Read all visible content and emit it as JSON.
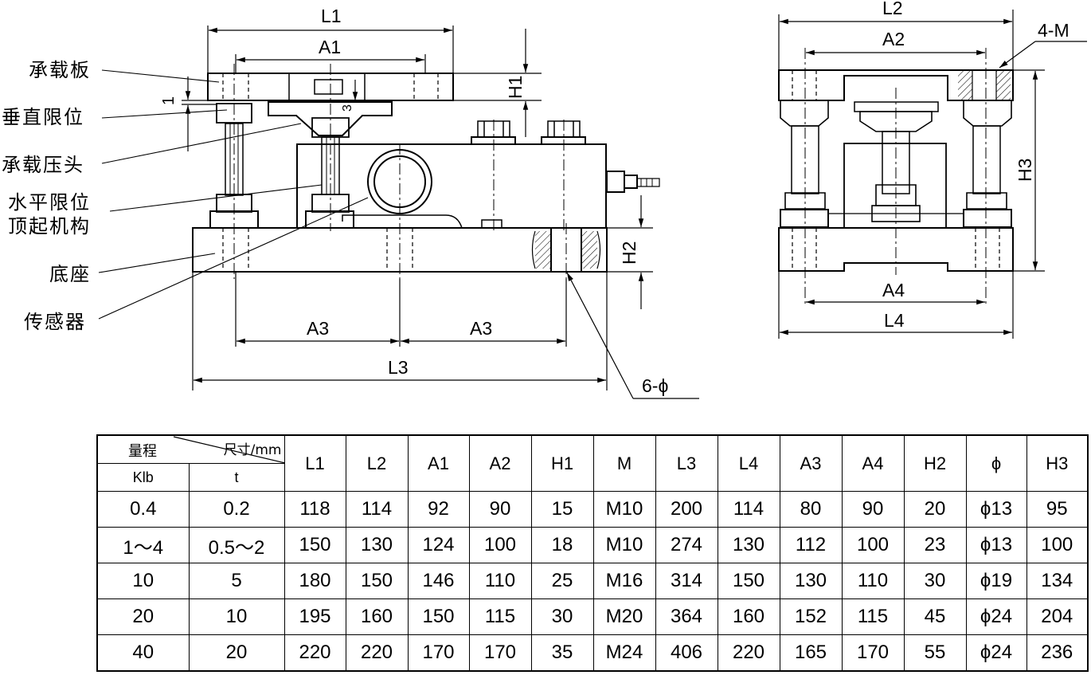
{
  "labels": {
    "bearing_plate": "承载板",
    "vertical_limit": "垂直限位",
    "pressure_head": "承载压头",
    "horizontal_limit": "水平限位",
    "lifting_mechanism": "顶起机构",
    "base": "底座",
    "sensor": "传感器"
  },
  "dimensions": {
    "L1": "L1",
    "A1": "A1",
    "H1": "H1",
    "gap_1": "1",
    "gap_3": "3",
    "L2": "L2",
    "A2": "A2",
    "M_holes": "4-M",
    "H3": "H3",
    "A4": "A4",
    "L4": "L4",
    "A3_left": "A3",
    "A3_right": "A3",
    "L3": "L3",
    "H2": "H2",
    "phi_holes": "6-ϕ"
  },
  "table": {
    "header_range": "量程",
    "header_size": "尺寸/mm",
    "header_klb": "Klb",
    "header_t": "t",
    "columns": [
      "L1",
      "L2",
      "A1",
      "A2",
      "H1",
      "M",
      "L3",
      "L4",
      "A3",
      "A4",
      "H2",
      "ϕ",
      "H3"
    ],
    "rows": [
      {
        "klb": "0.4",
        "t": "0.2",
        "values": [
          "118",
          "114",
          "92",
          "90",
          "15",
          "M10",
          "200",
          "114",
          "80",
          "90",
          "20",
          "ϕ13",
          "95"
        ]
      },
      {
        "klb": "1～4",
        "t": "0.5～2",
        "values": [
          "150",
          "130",
          "124",
          "100",
          "18",
          "M10",
          "274",
          "130",
          "112",
          "100",
          "23",
          "ϕ13",
          "100"
        ]
      },
      {
        "klb": "10",
        "t": "5",
        "values": [
          "180",
          "150",
          "146",
          "110",
          "25",
          "M16",
          "314",
          "150",
          "130",
          "110",
          "30",
          "ϕ19",
          "134"
        ]
      },
      {
        "klb": "20",
        "t": "10",
        "values": [
          "195",
          "160",
          "150",
          "115",
          "30",
          "M20",
          "364",
          "160",
          "152",
          "115",
          "45",
          "ϕ24",
          "204"
        ]
      },
      {
        "klb": "40",
        "t": "20",
        "values": [
          "220",
          "220",
          "170",
          "170",
          "35",
          "M24",
          "406",
          "220",
          "165",
          "170",
          "55",
          "ϕ24",
          "236"
        ]
      }
    ]
  }
}
